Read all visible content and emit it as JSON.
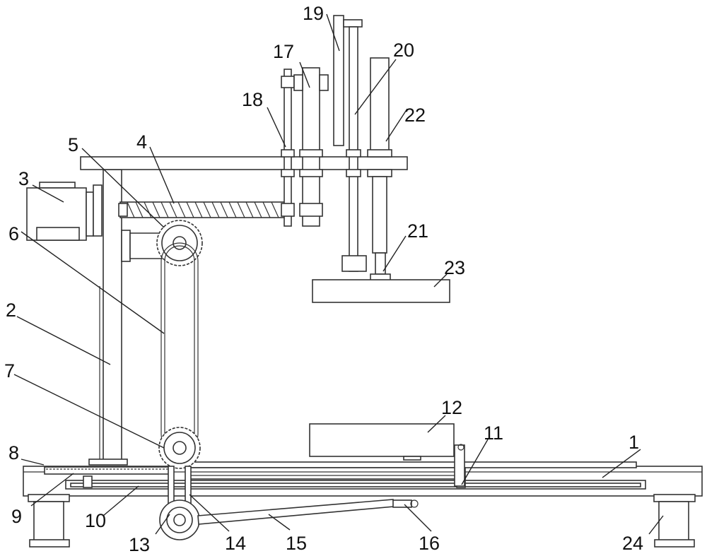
{
  "labels": {
    "l1": "1",
    "l2": "2",
    "l3": "3",
    "l4": "4",
    "l5": "5",
    "l6": "6",
    "l7": "7",
    "l8": "8",
    "l9": "9",
    "l10": "10",
    "l11": "11",
    "l12": "12",
    "l13": "13",
    "l14": "14",
    "l15": "15",
    "l16": "16",
    "l17": "17",
    "l18": "18",
    "l19": "19",
    "l20": "20",
    "l21": "21",
    "l22": "22",
    "l23": "23",
    "l24": "24"
  }
}
